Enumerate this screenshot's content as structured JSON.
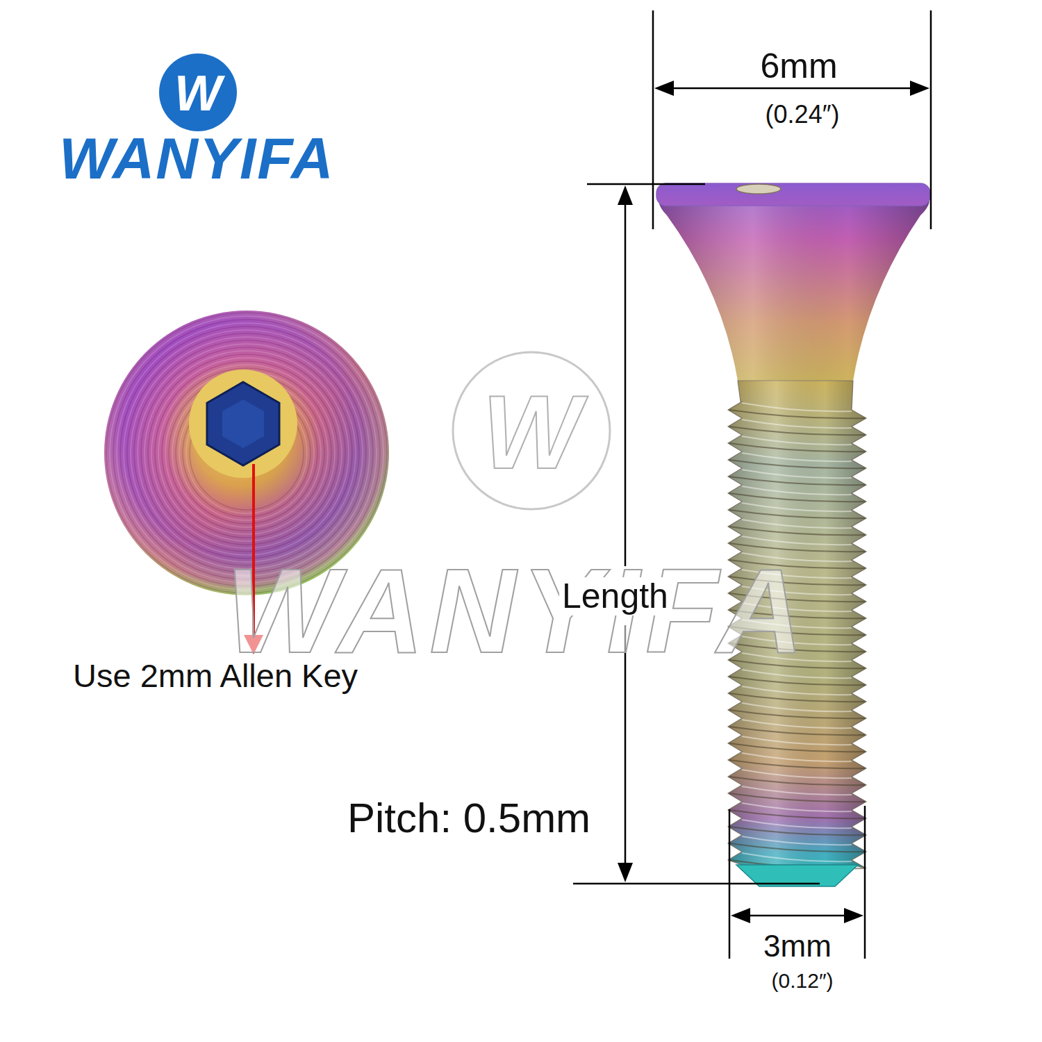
{
  "diagram": {
    "labels": [
      "W",
      "WANYIFA",
      "6mm",
      "(0.24″)",
      "Use 2mm Allen Key",
      "W",
      "WANYIFA",
      "Length",
      "Pitch: 0.5mm",
      "3mm",
      "(0.12″)"
    ]
  }
}
